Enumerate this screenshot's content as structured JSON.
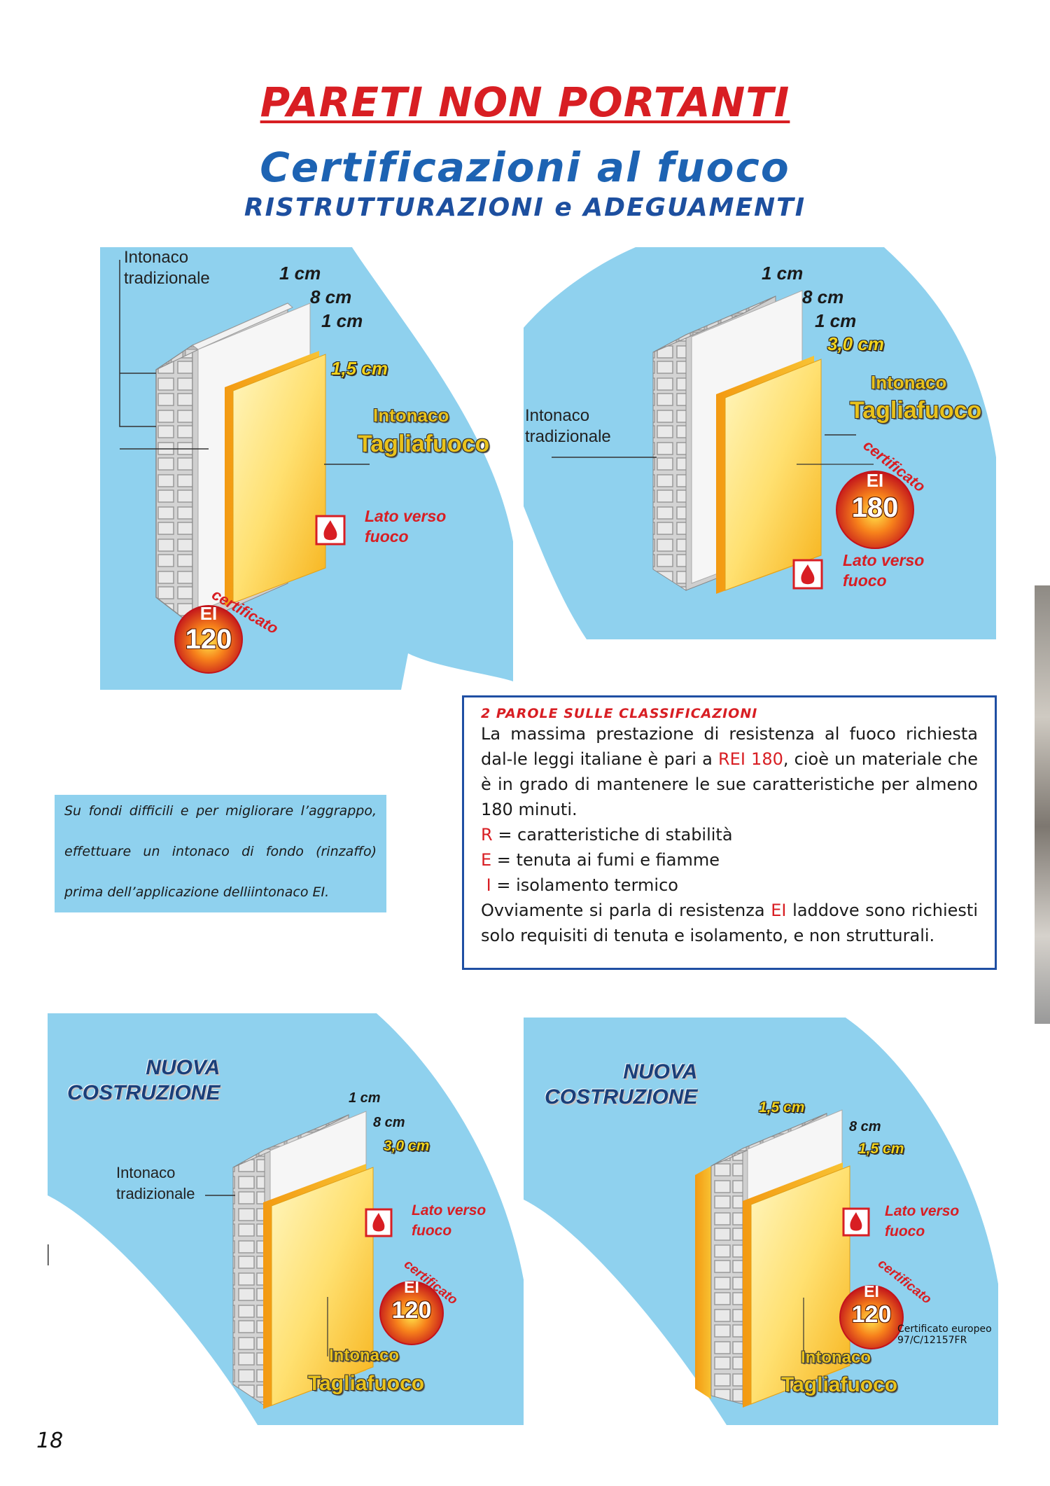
{
  "header": {
    "title": "PARETI NON PORTANTI",
    "subtitle": "Certificazioni al fuoco",
    "subtitle2": "RISTRUTTURAZIONI e ADEGUAMENTI"
  },
  "panel1": {
    "label_intonaco": "Intonaco\ntradizionale",
    "dim1": "1 cm",
    "dim2": "8 cm",
    "dim3": "1 cm",
    "dim4": "1,5 cm",
    "tf_line1": "Intonaco",
    "tf_line2": "Tagliafuoco",
    "lato": "Lato verso\nfuoco",
    "cert_word": "certificato",
    "badge_top": "EI",
    "badge_num": "120"
  },
  "panel2": {
    "label_intonaco": "Intonaco\ntradizionale",
    "dim1": "1 cm",
    "dim2": "8 cm",
    "dim3": "1 cm",
    "dim4": "3,0 cm",
    "tf_line1": "Intonaco",
    "tf_line2": "Tagliafuoco",
    "lato": "Lato verso\nfuoco",
    "cert_word": "certificato",
    "badge_top": "EI",
    "badge_num": "180"
  },
  "note": {
    "line1": "Su fondi difficili e per migliorare l’aggrappo,",
    "line2": "effettuare un intonaco di fondo (rinzaffo)",
    "line3": "prima dell’applicazione delliintonaco EI."
  },
  "info": {
    "title": "2 PAROLE SULLE CLASSIFICAZIONI",
    "p1a": "La massima prestazione di resistenza al fuoco richiesta dal-le leggi italiane è pari a ",
    "p1red": "REI 180",
    "p1b": ", cioè un materiale che è in grado di mantenere le sue caratteristiche per almeno 180 minuti.",
    "r_key": "R",
    "r_text": " = caratteristiche di stabilità",
    "e_key": "E",
    "e_text": " = tenuta ai fumi e fiamme",
    "i_key": "I",
    "i_text": " = isolamento termico",
    "p2a": "Ovviamente si parla di resistenza ",
    "p2red": "EI",
    "p2b": " laddove sono richiesti solo requisiti di tenuta e isolamento, e non strutturali."
  },
  "panel3": {
    "nuova": "NUOVA\nCOSTRUZIONE",
    "label_intonaco": "Intonaco\ntradizionale",
    "dim1": "1 cm",
    "dim2": "8 cm",
    "dim3": "3,0 cm",
    "lato": "Lato verso\nfuoco",
    "cert_word": "certificato",
    "badge_top": "EI",
    "badge_num": "120",
    "tf_line1": "Intonaco",
    "tf_line2": "Tagliafuoco"
  },
  "panel4": {
    "nuova": "NUOVA\nCOSTRUZIONE",
    "dim1": "1,5 cm",
    "dim2": "8 cm",
    "dim3": "1,5 cm",
    "lato": "Lato verso\nfuoco",
    "cert_word": "certificato",
    "badge_top": "EI",
    "badge_num": "120",
    "tf_line1": "Intonaco",
    "tf_line2": "Tagliafuoco",
    "cert_eu": "Certificato europeo\n97/C/12157FR"
  },
  "footer": {
    "page_number": "18"
  },
  "colors": {
    "red": "#d81e23",
    "blue": "#1d63b3",
    "panel_bg": "#8fd1ee",
    "box_border": "#1f4fa3"
  }
}
